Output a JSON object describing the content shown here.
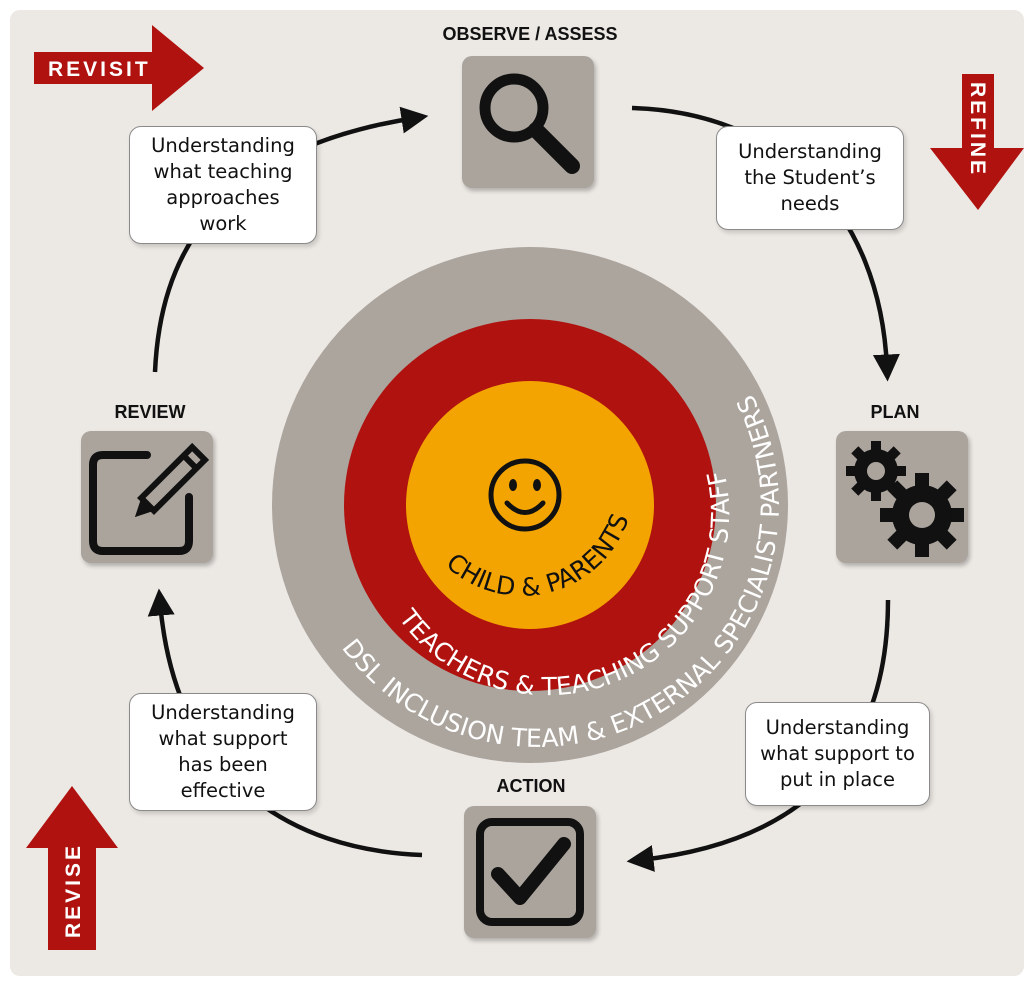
{
  "stages": {
    "observe": {
      "title": "OBSERVE / ASSESS"
    },
    "plan": {
      "title": "PLAN"
    },
    "action": {
      "title": "ACTION"
    },
    "review": {
      "title": "REVIEW"
    }
  },
  "notes": {
    "teaching": [
      "Understanding",
      "what teaching",
      "approaches",
      "work"
    ],
    "needs": [
      "Understanding",
      "the Student’s",
      "needs"
    ],
    "support_place": [
      "Understanding",
      "what support to",
      "put in place"
    ],
    "support_effective": [
      "Understanding",
      "what support",
      "has been",
      "effective"
    ]
  },
  "rings": {
    "outer": "DSL INCLUSION TEAM & EXTERNAL SPECIALIST PARTNERS",
    "middle": "TEACHERS & TEACHING SUPPORT STAFF",
    "inner": "CHILD & PARENTS"
  },
  "side_arrows": {
    "revisit": "REVISIT",
    "refine": "REFINE",
    "revise": "REVISE"
  },
  "colors": {
    "background": "#ece8e4",
    "outer_ring": "#aca59e",
    "middle_ring": "#b0120f",
    "inner_circle": "#f4a400",
    "arrow_red": "#b0120f",
    "icon_box": "#aba49d"
  },
  "icons": {
    "observe": "magnifier-icon",
    "plan": "gears-icon",
    "action": "checkbox-icon",
    "review": "edit-icon",
    "center": "smiley-icon"
  }
}
